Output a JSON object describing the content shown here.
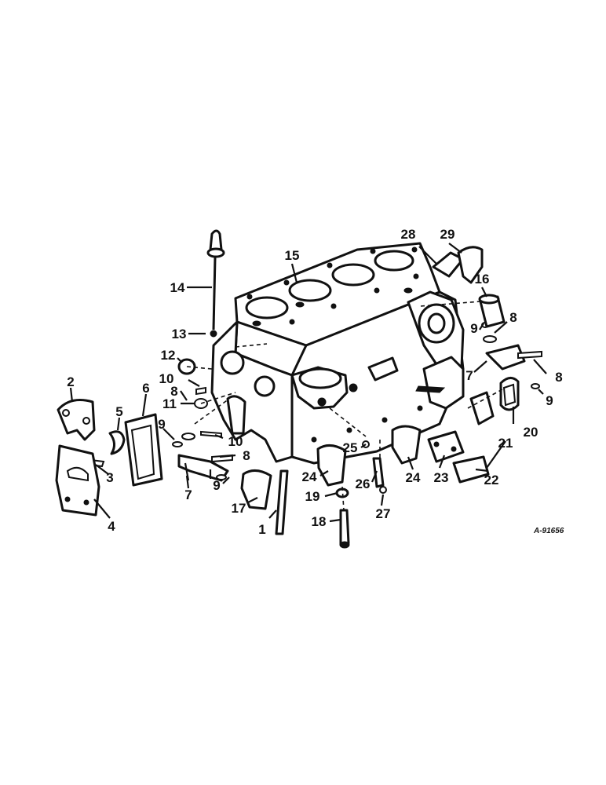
{
  "drawing_code": "A-91656",
  "callouts": [
    {
      "id": "c1",
      "label": "1"
    },
    {
      "id": "c2",
      "label": "2"
    },
    {
      "id": "c3",
      "label": "3"
    },
    {
      "id": "c4",
      "label": "4"
    },
    {
      "id": "c5",
      "label": "5"
    },
    {
      "id": "c6",
      "label": "6"
    },
    {
      "id": "c7a",
      "label": "7"
    },
    {
      "id": "c7b",
      "label": "7"
    },
    {
      "id": "c8a",
      "label": "8"
    },
    {
      "id": "c8b",
      "label": "8"
    },
    {
      "id": "c8c",
      "label": "8"
    },
    {
      "id": "c8d",
      "label": "8"
    },
    {
      "id": "c9a",
      "label": "9"
    },
    {
      "id": "c9b",
      "label": "9"
    },
    {
      "id": "c9c",
      "label": "9"
    },
    {
      "id": "c9d",
      "label": "9"
    },
    {
      "id": "c10a",
      "label": "10"
    },
    {
      "id": "c10b",
      "label": "10"
    },
    {
      "id": "c11",
      "label": "11"
    },
    {
      "id": "c12",
      "label": "12"
    },
    {
      "id": "c13",
      "label": "13"
    },
    {
      "id": "c14",
      "label": "14"
    },
    {
      "id": "c15",
      "label": "15"
    },
    {
      "id": "c16",
      "label": "16"
    },
    {
      "id": "c17",
      "label": "17"
    },
    {
      "id": "c18",
      "label": "18"
    },
    {
      "id": "c19",
      "label": "19"
    },
    {
      "id": "c20",
      "label": "20"
    },
    {
      "id": "c21",
      "label": "21"
    },
    {
      "id": "c22",
      "label": "22"
    },
    {
      "id": "c23",
      "label": "23"
    },
    {
      "id": "c24a",
      "label": "24"
    },
    {
      "id": "c24b",
      "label": "24"
    },
    {
      "id": "c25",
      "label": "25"
    },
    {
      "id": "c26",
      "label": "26"
    },
    {
      "id": "c27",
      "label": "27"
    },
    {
      "id": "c28",
      "label": "28"
    },
    {
      "id": "c29",
      "label": "29"
    }
  ]
}
